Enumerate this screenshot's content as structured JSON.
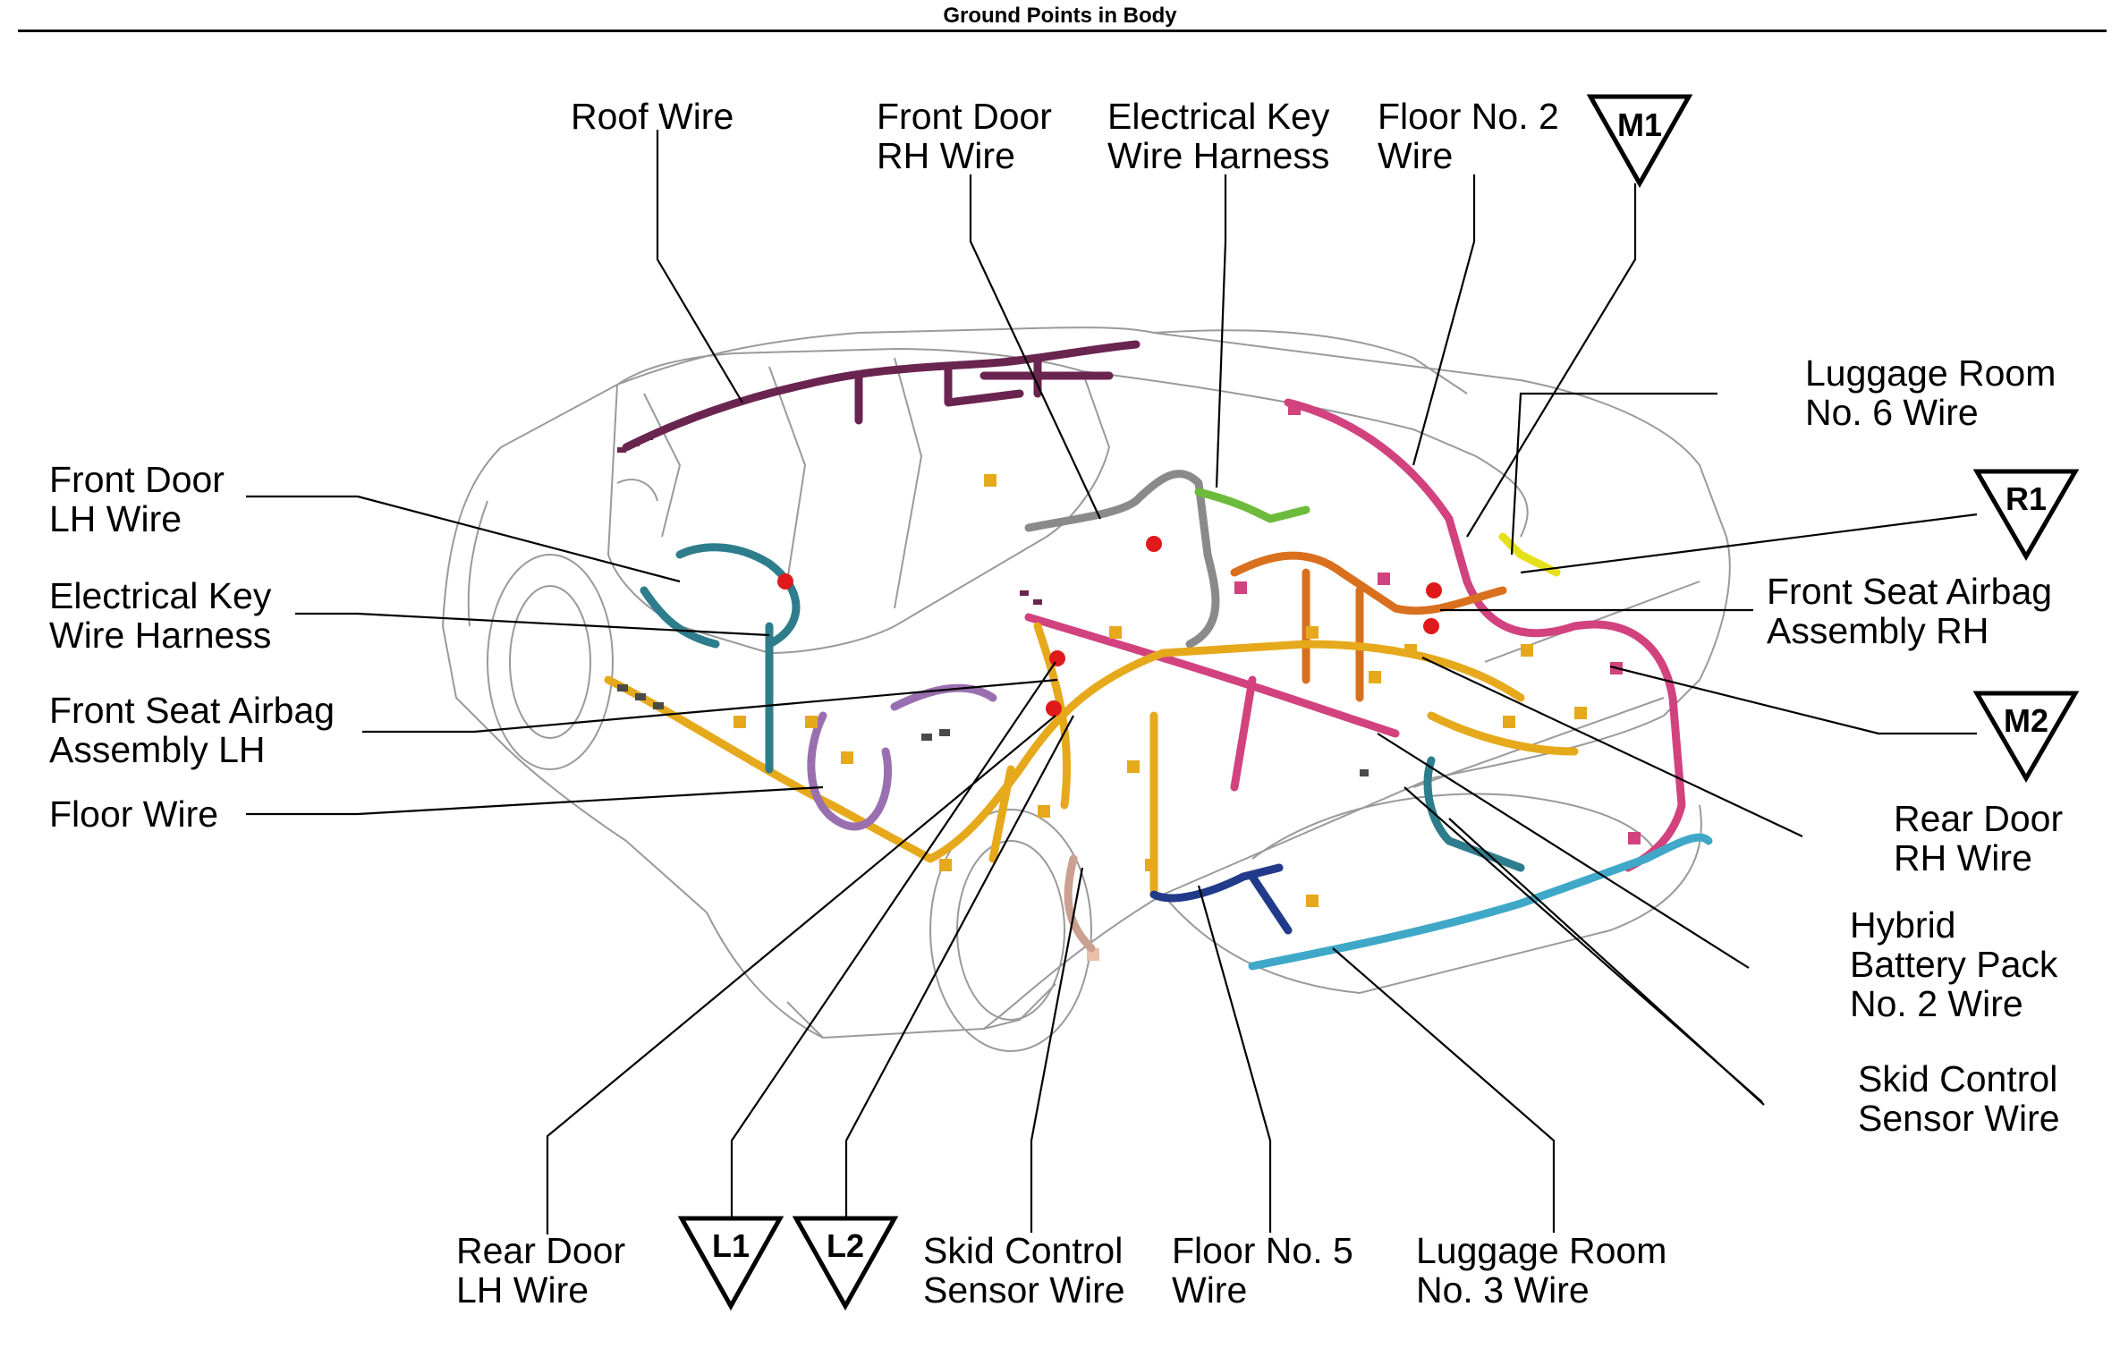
{
  "title": "Ground Points in Body",
  "labels": {
    "roof_wire": [
      "Roof Wire"
    ],
    "front_door_rh_wire": [
      "Front Door",
      "RH Wire"
    ],
    "electrical_key_top": [
      "Electrical Key",
      "Wire Harness"
    ],
    "floor_no2_wire": [
      "Floor No. 2",
      "Wire"
    ],
    "luggage_room_no6": [
      "Luggage Room",
      "No. 6 Wire"
    ],
    "front_seat_airbag_rh": [
      "Front Seat Airbag",
      "Assembly RH"
    ],
    "rear_door_rh_wire": [
      "Rear Door",
      "RH Wire"
    ],
    "hybrid_battery_pack": [
      "Hybrid",
      "Battery Pack",
      "No. 2 Wire"
    ],
    "skid_control_right": [
      "Skid Control",
      "Sensor Wire"
    ],
    "front_door_lh_wire": [
      "Front Door",
      "LH Wire"
    ],
    "electrical_key_left": [
      "Electrical Key",
      "Wire Harness"
    ],
    "front_seat_airbag_lh": [
      "Front Seat Airbag",
      "Assembly LH"
    ],
    "floor_wire": [
      "Floor Wire"
    ],
    "rear_door_lh_wire": [
      "Rear Door",
      "LH Wire"
    ],
    "skid_control_bottom": [
      "Skid Control",
      "Sensor Wire"
    ],
    "floor_no5_wire": [
      "Floor No. 5",
      "Wire"
    ],
    "luggage_room_no3": [
      "Luggage Room",
      "No. 3 Wire"
    ]
  },
  "ground_points": {
    "m1": "M1",
    "r1": "R1",
    "m2": "M2",
    "l1": "L1",
    "l2": "L2"
  },
  "colors": {
    "roof_harness": "#6a2450",
    "floor_harness": "#e6a91c",
    "pink_harness": "#d2427f",
    "orange_harness": "#d9701e",
    "teal_harness": "#2e7d8c",
    "navy_harness": "#223a8a",
    "green_harness": "#6dbb3c",
    "gray_harness": "#8a8a8a",
    "violet_harness": "#9a6fb0",
    "cyan_harness": "#3fa8c8",
    "ground_red": "#e01a1a"
  }
}
